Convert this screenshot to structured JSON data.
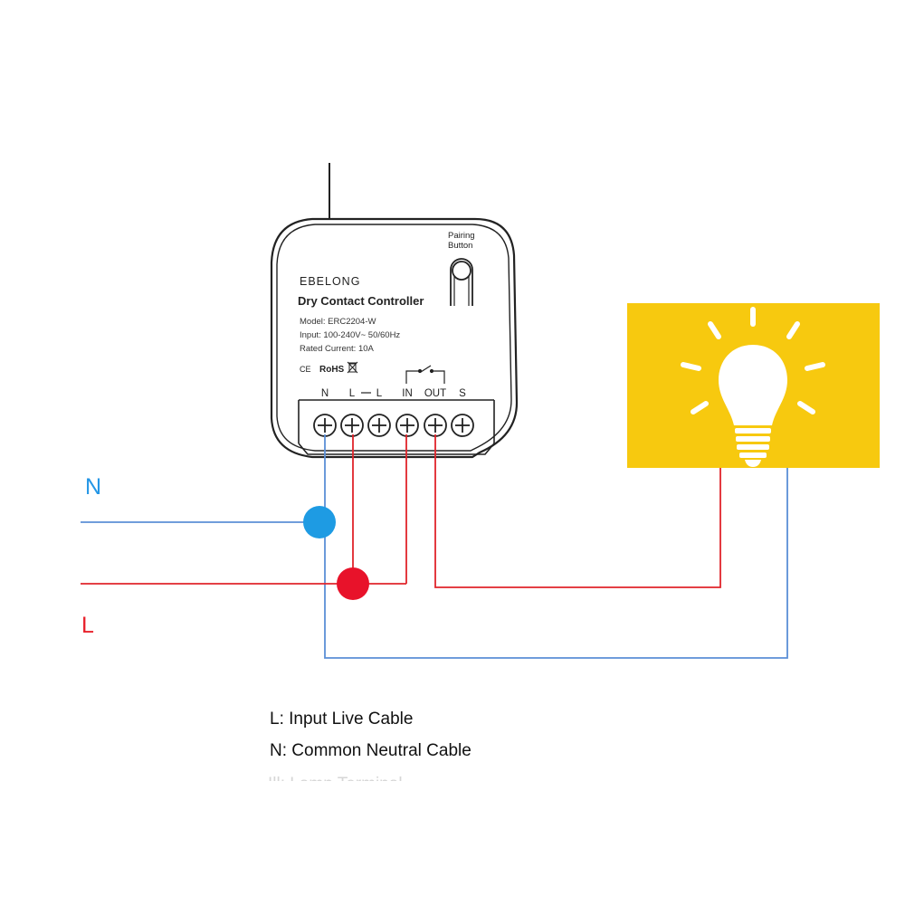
{
  "wire_labels": {
    "neutral": "N",
    "live": "L"
  },
  "device": {
    "brand": "EBELONG",
    "title": "Dry Contact Controller",
    "model": "Model: ERC2204-W",
    "input": "Input: 100-240V~ 50/60Hz",
    "rated_current": "Rated Current: 10A",
    "ce_mark": "CE",
    "rohs_mark": "RoHS",
    "pairing_button_line1": "Pairing",
    "pairing_button_line2": "Button",
    "terminals": [
      "N",
      "L",
      "L",
      "IN",
      "OUT",
      "S"
    ]
  },
  "legend": {
    "live": "L: Input Live Cable",
    "neutral": "N: Common Neutral Cable",
    "partial": "Ill: Lamp Terminal"
  },
  "colors": {
    "neutral_wire": "#5b8fd6",
    "live_wire": "#e0252b",
    "neutral_dot": "#1e9be3",
    "live_dot": "#e8122a",
    "neutral_label": "#2496e6",
    "live_label": "#e8212b",
    "lamp_panel": "#f7c90f",
    "device_outline": "#222222"
  }
}
